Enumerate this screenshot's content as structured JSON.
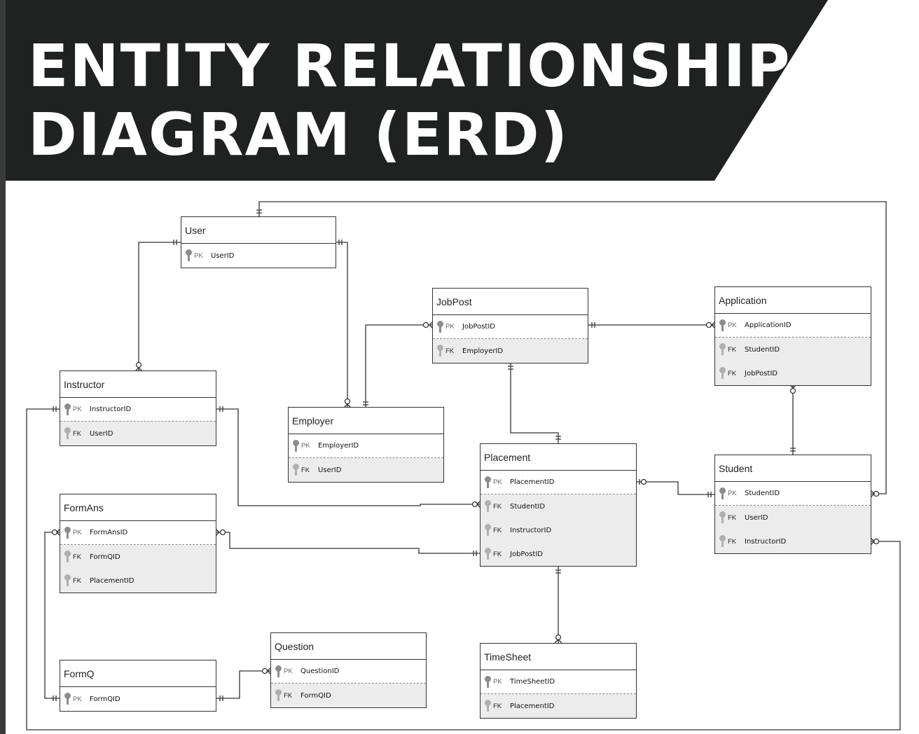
{
  "title": {
    "line1": "ENTITY RELATIONSHIP",
    "line2": "DIAGRAM (ERD)"
  },
  "colors": {
    "banner": "#202221",
    "line": "#333333",
    "fk_fill": "#ececec",
    "key_icon": "#8c8c8c"
  },
  "entities": {
    "user": {
      "name": "User",
      "attrs": [
        {
          "type": "PK",
          "name": "UserID"
        }
      ]
    },
    "jobpost": {
      "name": "JobPost",
      "attrs": [
        {
          "type": "PK",
          "name": "JobPostID"
        },
        {
          "type": "FK",
          "name": "EmployerID"
        }
      ]
    },
    "application": {
      "name": "Application",
      "attrs": [
        {
          "type": "PK",
          "name": "ApplicationID"
        },
        {
          "type": "FK",
          "name": "StudentID"
        },
        {
          "type": "FK",
          "name": "JobPostID"
        }
      ]
    },
    "instructor": {
      "name": "Instructor",
      "attrs": [
        {
          "type": "PK",
          "name": "InstructorID"
        },
        {
          "type": "FK",
          "name": "UserID"
        }
      ]
    },
    "employer": {
      "name": "Employer",
      "attrs": [
        {
          "type": "PK",
          "name": "EmployerID"
        },
        {
          "type": "FK",
          "name": "UserID"
        }
      ]
    },
    "placement": {
      "name": "Placement",
      "attrs": [
        {
          "type": "PK",
          "name": "PlacementID"
        },
        {
          "type": "FK",
          "name": "StudentID"
        },
        {
          "type": "FK",
          "name": "InstructorID"
        },
        {
          "type": "FK",
          "name": "JobPostID"
        }
      ]
    },
    "student": {
      "name": "Student",
      "attrs": [
        {
          "type": "PK",
          "name": "StudentID"
        },
        {
          "type": "FK",
          "name": "UserID"
        },
        {
          "type": "FK",
          "name": "InstructorID"
        }
      ]
    },
    "formans": {
      "name": "FormAns",
      "attrs": [
        {
          "type": "PK",
          "name": "FormAnsID"
        },
        {
          "type": "FK",
          "name": "FormQID"
        },
        {
          "type": "FK",
          "name": "PlacementID"
        }
      ]
    },
    "question": {
      "name": "Question",
      "attrs": [
        {
          "type": "PK",
          "name": "QuestionID"
        },
        {
          "type": "FK",
          "name": "FormQID"
        }
      ]
    },
    "formq": {
      "name": "FormQ",
      "attrs": [
        {
          "type": "PK",
          "name": "FormQID"
        }
      ]
    },
    "timesheet": {
      "name": "TimeSheet",
      "attrs": [
        {
          "type": "PK",
          "name": "TimeSheetID"
        },
        {
          "type": "FK",
          "name": "PlacementID"
        }
      ]
    }
  }
}
